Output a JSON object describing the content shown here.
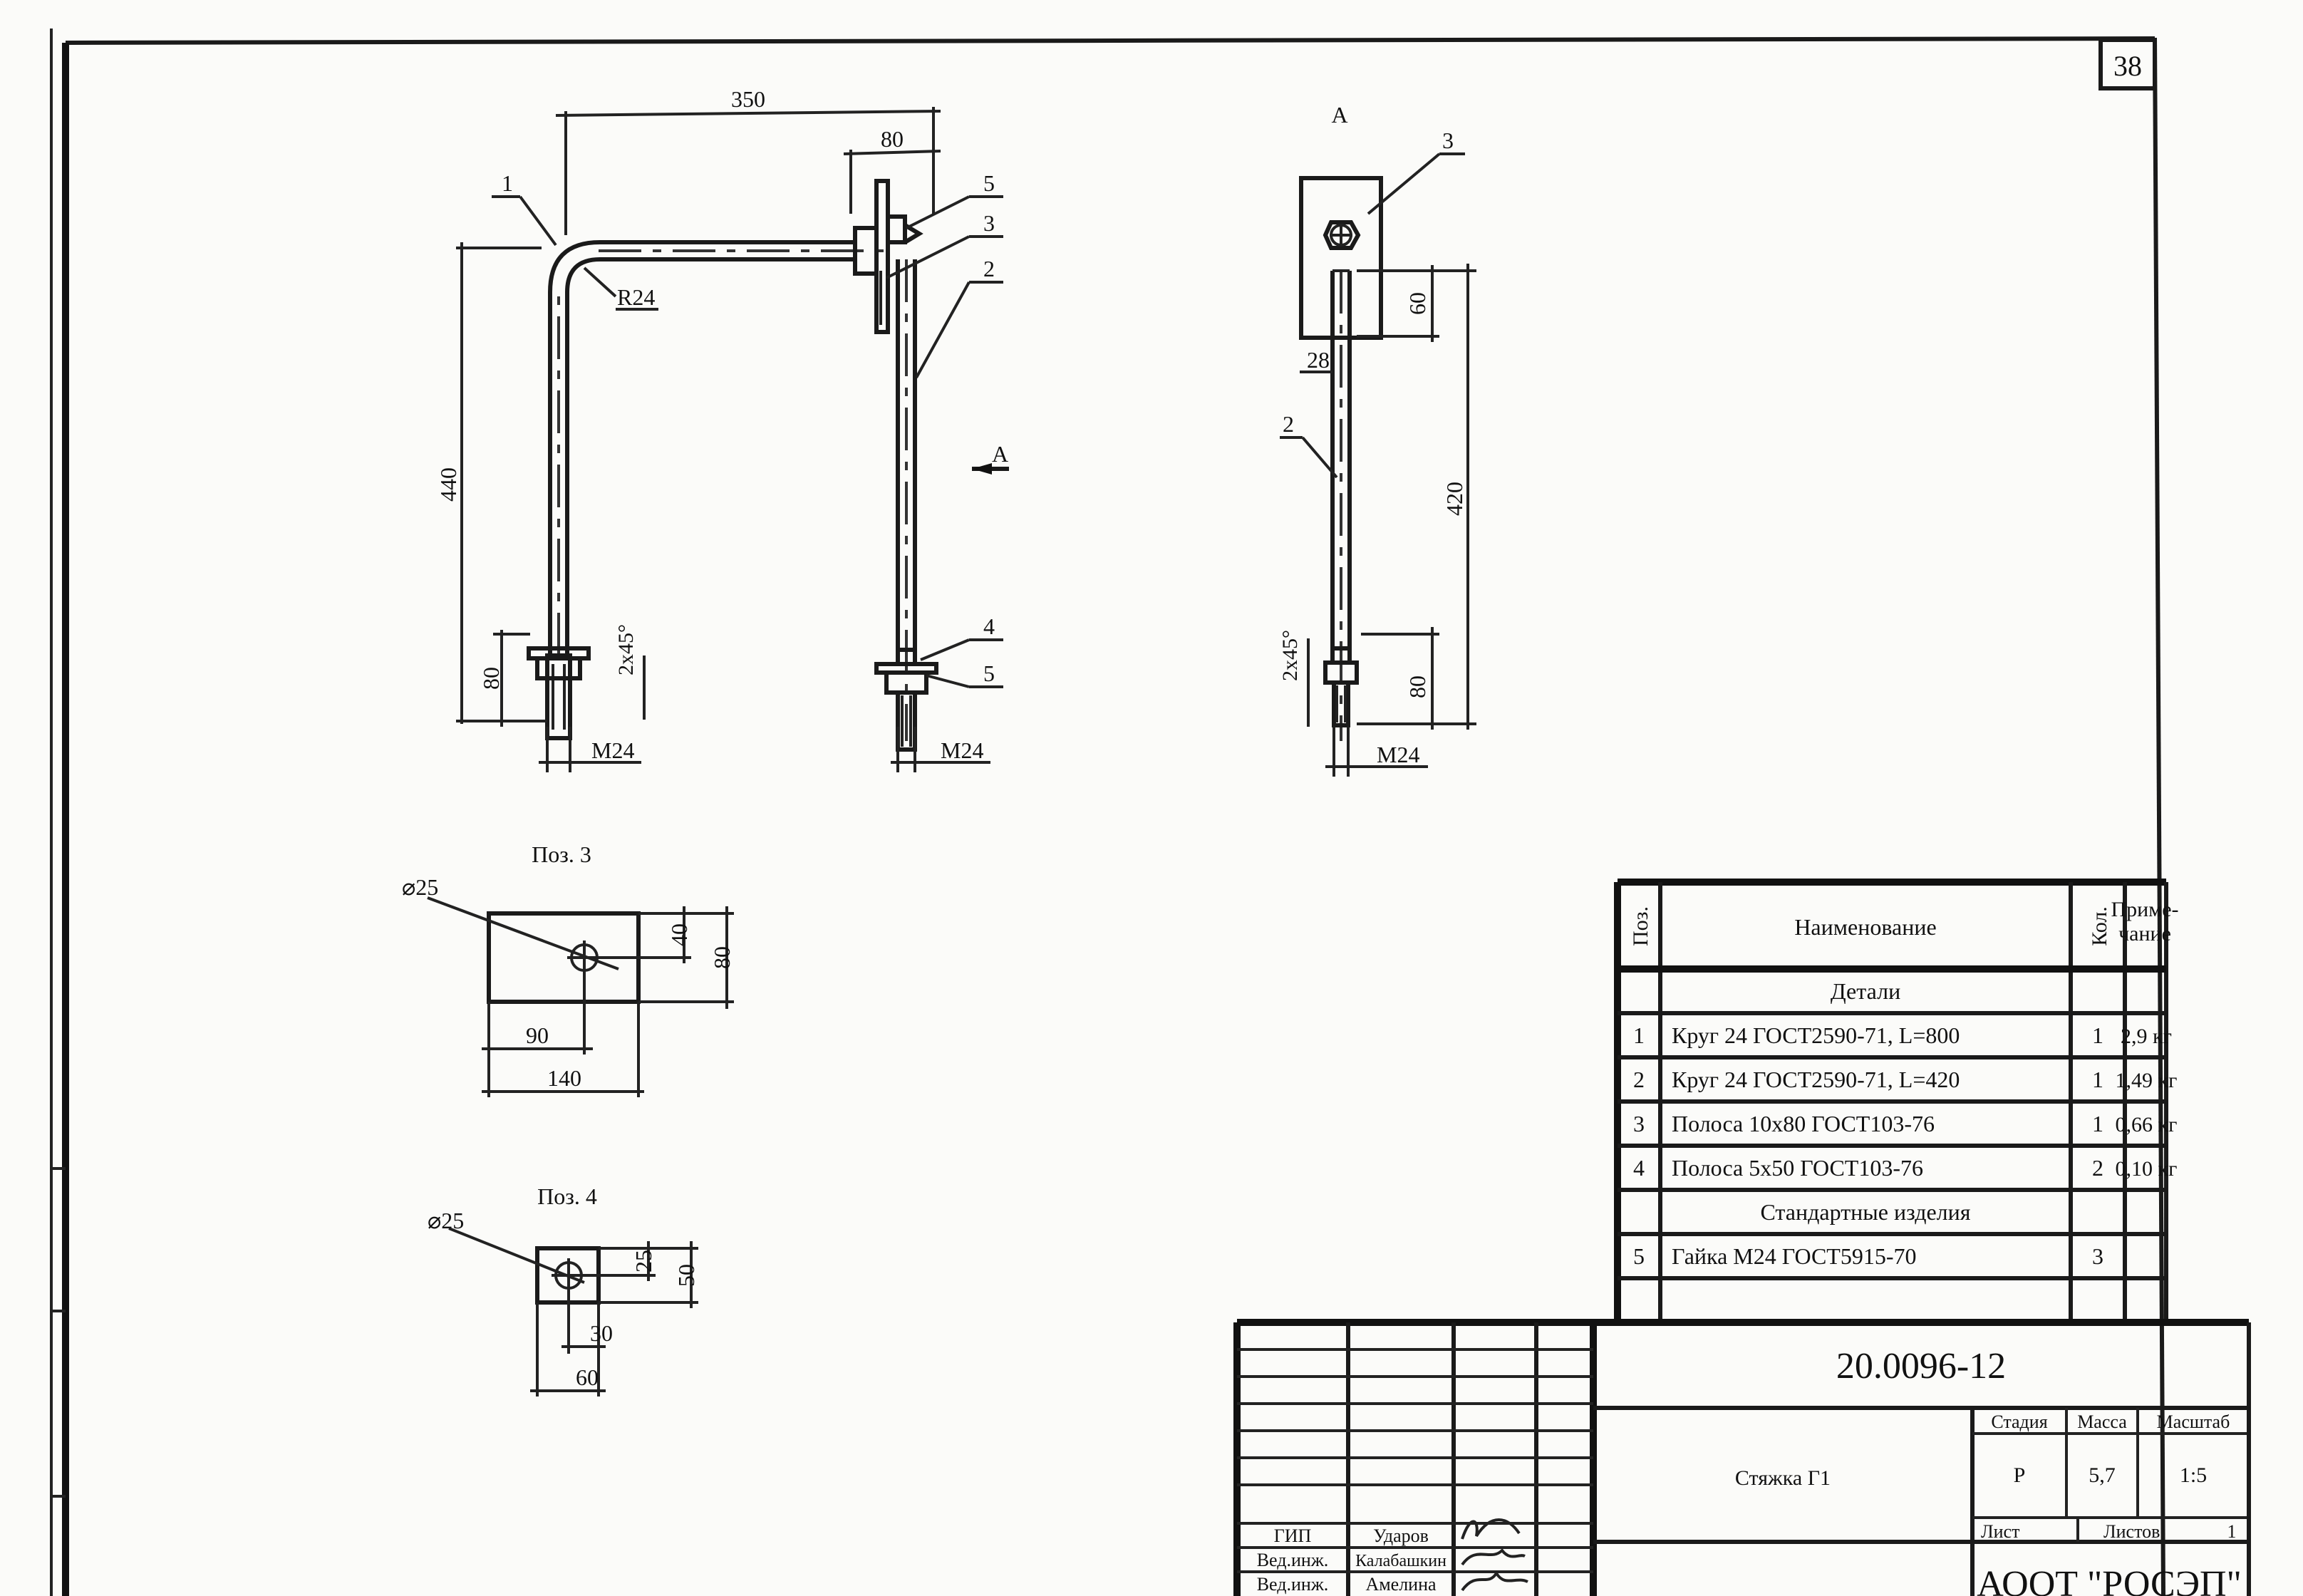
{
  "sheet_number": "38",
  "views": {
    "view_a_label": "А",
    "arrow_label": "А",
    "main": {
      "dim_350": "350",
      "dim_80_top": "80",
      "dim_r24": "R24",
      "dim_440": "440",
      "dim_80_left": "80",
      "dim_2x45_left": "2x45°",
      "dim_m24_left": "M24",
      "dim_m24_right": "M24",
      "pos_1": "1",
      "pos_5_top": "5",
      "pos_3": "3",
      "pos_2": "2",
      "pos_4": "4",
      "pos_5_bottom": "5"
    },
    "side": {
      "pos_3": "3",
      "dim_60": "60",
      "dim_28": "28",
      "pos_2": "2",
      "dim_420": "420",
      "dim_2x45": "2x45°",
      "dim_80": "80",
      "dim_m24": "M24"
    },
    "part3": {
      "title": "Поз. 3",
      "dia": "⌀25",
      "w_90": "90",
      "w_140": "140",
      "h_40": "40",
      "h_80": "80"
    },
    "part4": {
      "title": "Поз. 4",
      "dia": "⌀25",
      "w_30": "30",
      "w_60": "60",
      "h_25": "25",
      "h_50": "50"
    }
  },
  "spec_table": {
    "headers": {
      "pos": "Поз.",
      "name": "Наименование",
      "qty": "Кол.",
      "note": "Приме-\nчание"
    },
    "section_details": "Детали",
    "section_standard": "Стандартные изделия",
    "rows": [
      {
        "pos": "1",
        "name": "Круг 24 ГОСТ2590-71, L=800",
        "qty": "1",
        "note": "2,9 кг"
      },
      {
        "pos": "2",
        "name": "Круг 24 ГОСТ2590-71, L=420",
        "qty": "1",
        "note": "1,49 кг"
      },
      {
        "pos": "3",
        "name": "Полоса 10x80 ГОСТ103-76",
        "qty": "1",
        "note": "0,66 кг"
      },
      {
        "pos": "4",
        "name": "Полоса 5x50 ГОСТ103-76",
        "qty": "2",
        "note": "0,10 кг"
      },
      {
        "pos": "5",
        "name": "Гайка М24 ГОСТ5915-70",
        "qty": "3",
        "note": ""
      }
    ]
  },
  "title_block": {
    "doc_code": "20.0096-12",
    "product_name": "Стяжка Г1",
    "stage_label": "Стадия",
    "mass_label": "Масса",
    "scale_label": "Масштаб",
    "stage": "Р",
    "mass": "5,7",
    "scale": "1:5",
    "sheet_label": "Лист",
    "sheets_label": "Листов",
    "sheets_total": "1",
    "company": "АООТ \"РОСЭП\"",
    "signatures": [
      {
        "role": "ГИП",
        "name": "Ударов"
      },
      {
        "role": "Вед.инж.",
        "name": "Калабашкин"
      },
      {
        "role": "Вед.инж.",
        "name": "Амелина"
      }
    ]
  }
}
